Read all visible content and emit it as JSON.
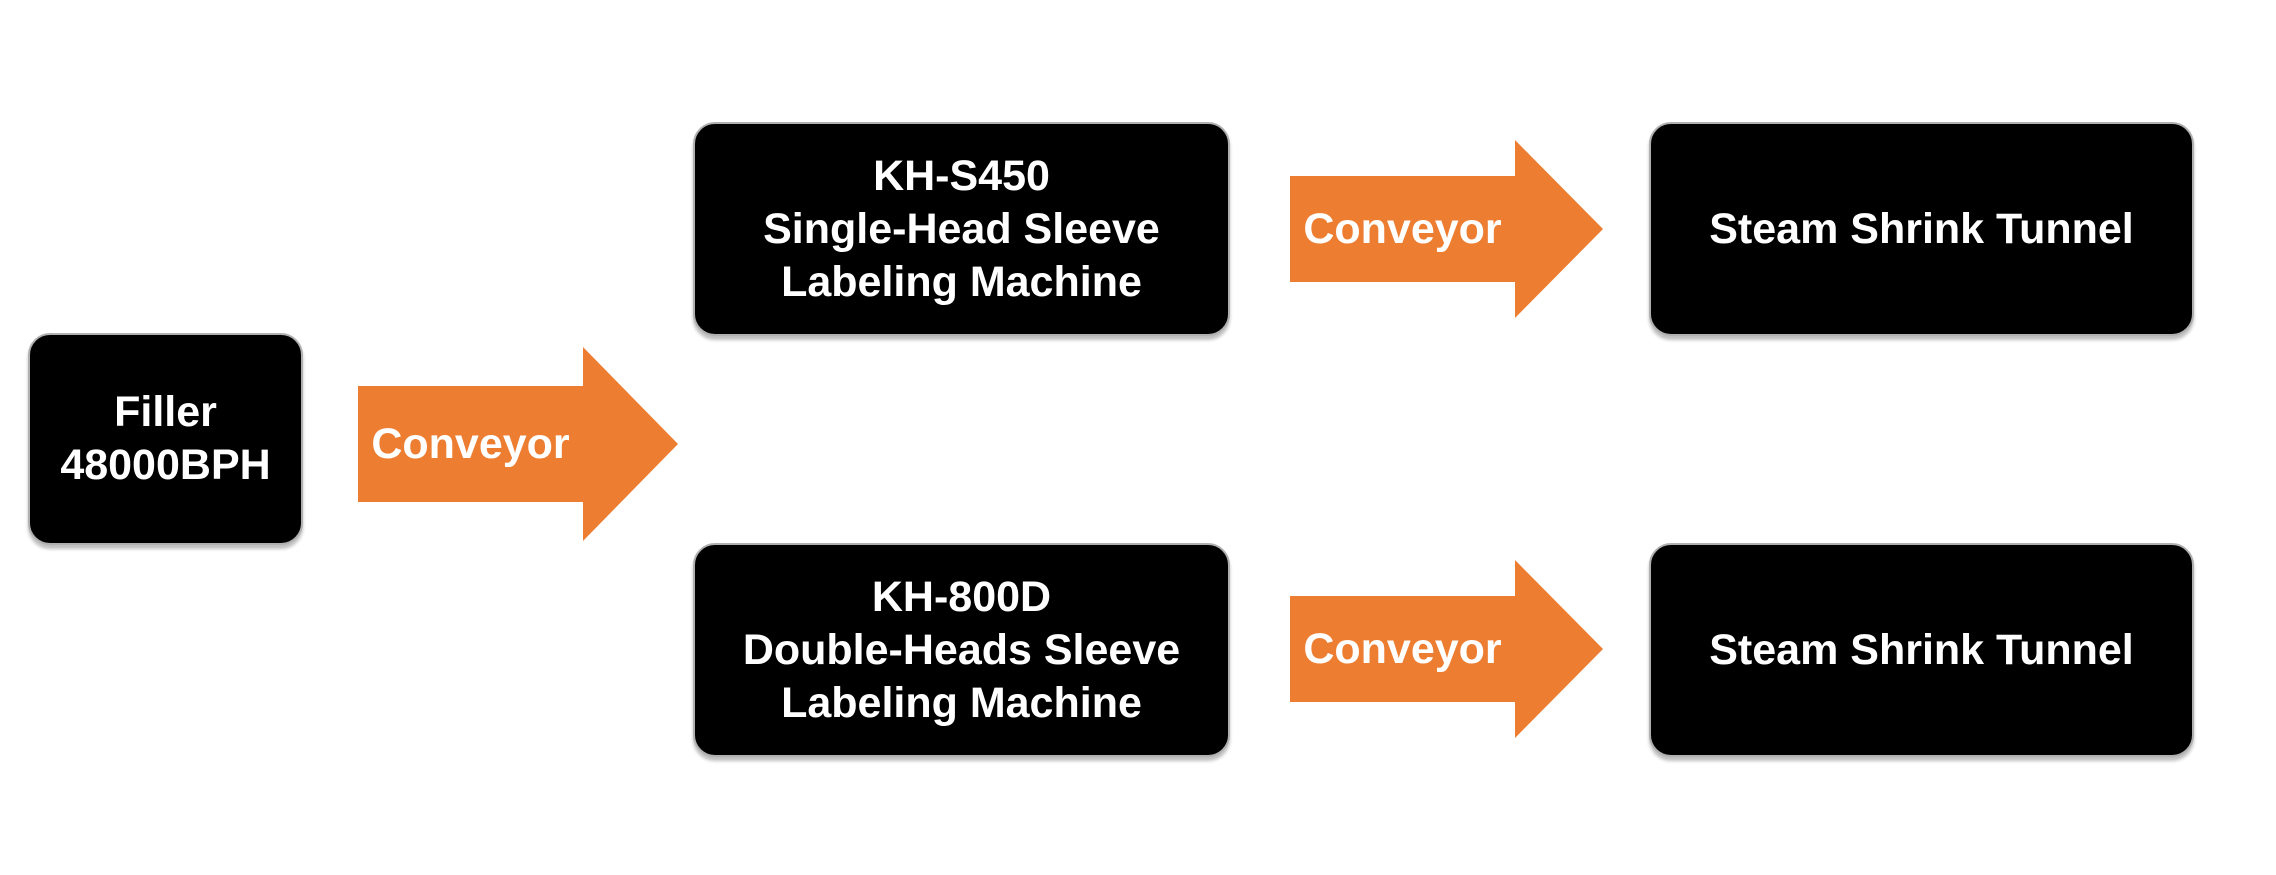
{
  "colors": {
    "box_fill": "#000000",
    "box_text": "#ffffff",
    "arrow_fill": "#ed7d31",
    "arrow_text": "#ffffff"
  },
  "nodes": {
    "filler": {
      "line1": "Filler",
      "line2": "48000BPH"
    },
    "single_head": {
      "line1": "KH-S450",
      "line2": "Single-Head Sleeve",
      "line3": "Labeling Machine"
    },
    "double_heads": {
      "line1": "KH-800D",
      "line2": "Double-Heads Sleeve",
      "line3": "Labeling Machine"
    },
    "tunnel_top": {
      "line1": "Steam Shrink Tunnel"
    },
    "tunnel_bottom": {
      "line1": "Steam Shrink Tunnel"
    }
  },
  "arrows": {
    "main": {
      "label": "Conveyor"
    },
    "top": {
      "label": "Conveyor"
    },
    "bottom": {
      "label": "Conveyor"
    }
  }
}
